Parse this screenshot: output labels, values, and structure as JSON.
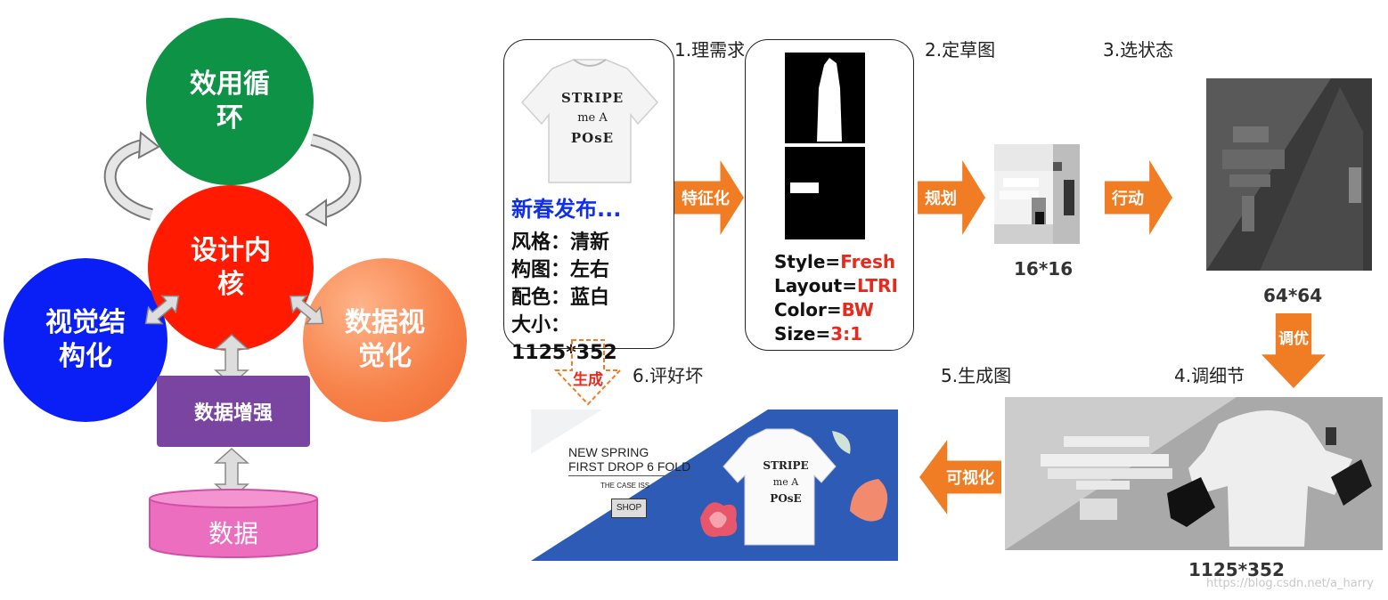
{
  "left": {
    "top_circle": "效用循\n环",
    "center_circle": "设计内\n核",
    "left_circle": "视觉结\n构化",
    "right_circle": "数据视\n觉化",
    "augment_box": "数据增强",
    "data_cylinder": "数据"
  },
  "steps": {
    "s1": "1.理需求",
    "s2": "2.定草图",
    "s3": "3.选状态",
    "s4": "4.调细节",
    "s5": "5.生成图",
    "s6": "6.评好坏"
  },
  "arrows": {
    "featurize": "特征化",
    "plan": "规划",
    "act": "行动",
    "tune": "调优",
    "visualize": "可视化",
    "generate": "生成"
  },
  "requirement": {
    "headline": "新春发布...",
    "lines": [
      "风格：清新",
      "构图：左右",
      "配色：蓝白",
      "大小：1125*352"
    ]
  },
  "sketch_props": [
    {
      "key": "Style=",
      "value": "Fresh"
    },
    {
      "key": "Layout=",
      "value": "LTRI"
    },
    {
      "key": "Color=",
      "value": "BW"
    },
    {
      "key": "Size=",
      "value": "3:1"
    }
  ],
  "captions": {
    "small": "16*16",
    "medium": "64*64",
    "large": "1125*352"
  },
  "tshirt_text": [
    "STRIPE",
    "me A",
    "POsE"
  ],
  "banner": {
    "line1": "NEW SPRING",
    "line2": "FIRST DROP 6 FOLD",
    "line3": "THE CASE ISS",
    "shop": "SHOP"
  },
  "watermark": "https://blog.csdn.net/a_harry",
  "colors": {
    "green": "#0E9346",
    "red": "#FF1A00",
    "blue": "#0A1FF5",
    "orange": "#F7824A",
    "purple": "#7A45A0",
    "pink": "#EC6FBF",
    "arrow": "#F07D23",
    "banner_blue": "#2E5BB5"
  }
}
